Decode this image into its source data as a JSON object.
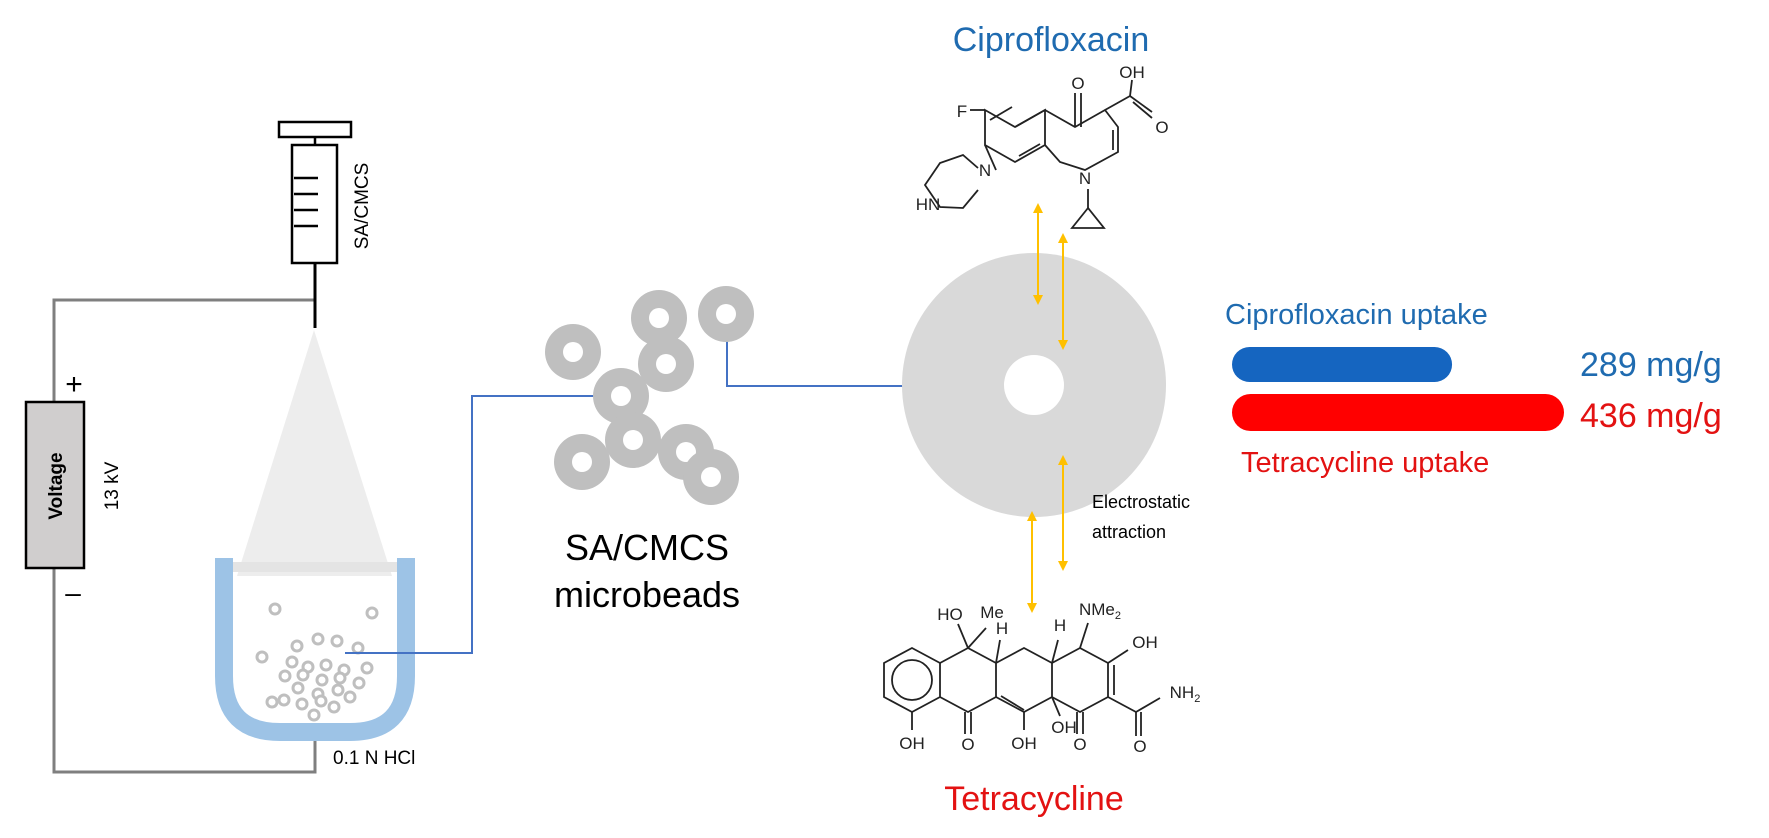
{
  "colors": {
    "cipro_blue": "#1F6BB0",
    "cipro_bar": "#1565C0",
    "tetra_red": "#E31212",
    "tetra_bar": "#FF0000",
    "bead_gray": "#D9D9D9",
    "bead_dark_gray": "#BFBFBF",
    "beaker_blue": "#9DC3E6",
    "wire_gray": "#7F7F7F",
    "connector_blue": "#2F5597",
    "arrow_yellow": "#FFC000",
    "voltage_box": "#D0CECE"
  },
  "setup": {
    "syringe_label": "SA/CMCS",
    "voltage_label": "Voltage",
    "voltage_value": "13 kV",
    "plus_sign": "+",
    "minus_sign": "–",
    "solution_label": "0.1 N HCl"
  },
  "microbeads": {
    "label_line1": "SA/CMCS",
    "label_line2": "microbeads"
  },
  "interaction": {
    "label_line1": "Electrostatic",
    "label_line2": "attraction"
  },
  "molecules": {
    "ciprofloxacin": {
      "name": "Ciprofloxacin",
      "atoms": {
        "o_keto": "O",
        "oh": "OH",
        "o_acid": "O",
        "f": "F",
        "n_ring": "N",
        "n_pip": "N",
        "hn": "HN"
      }
    },
    "tetracycline": {
      "name": "Tetracycline",
      "atoms": {
        "ho": "HO",
        "me": "Me",
        "h1": "H",
        "h2": "H",
        "nme2": "NMe",
        "sub2": "2",
        "oh_top": "OH",
        "nh2": "NH",
        "nh2_sub": "2",
        "oh_bl": "OH",
        "o_b1": "O",
        "oh_b": "OH",
        "oh_b2": "OH",
        "o_b2": "O",
        "o_b3": "O"
      }
    }
  },
  "uptake": {
    "cipro_label": "Ciprofloxacin uptake",
    "cipro_value_text": "289 mg/g",
    "cipro_value": 289,
    "tetra_label": "Tetracycline uptake",
    "tetra_value_text": "436 mg/g",
    "tetra_value": 436,
    "max_value": 436
  }
}
